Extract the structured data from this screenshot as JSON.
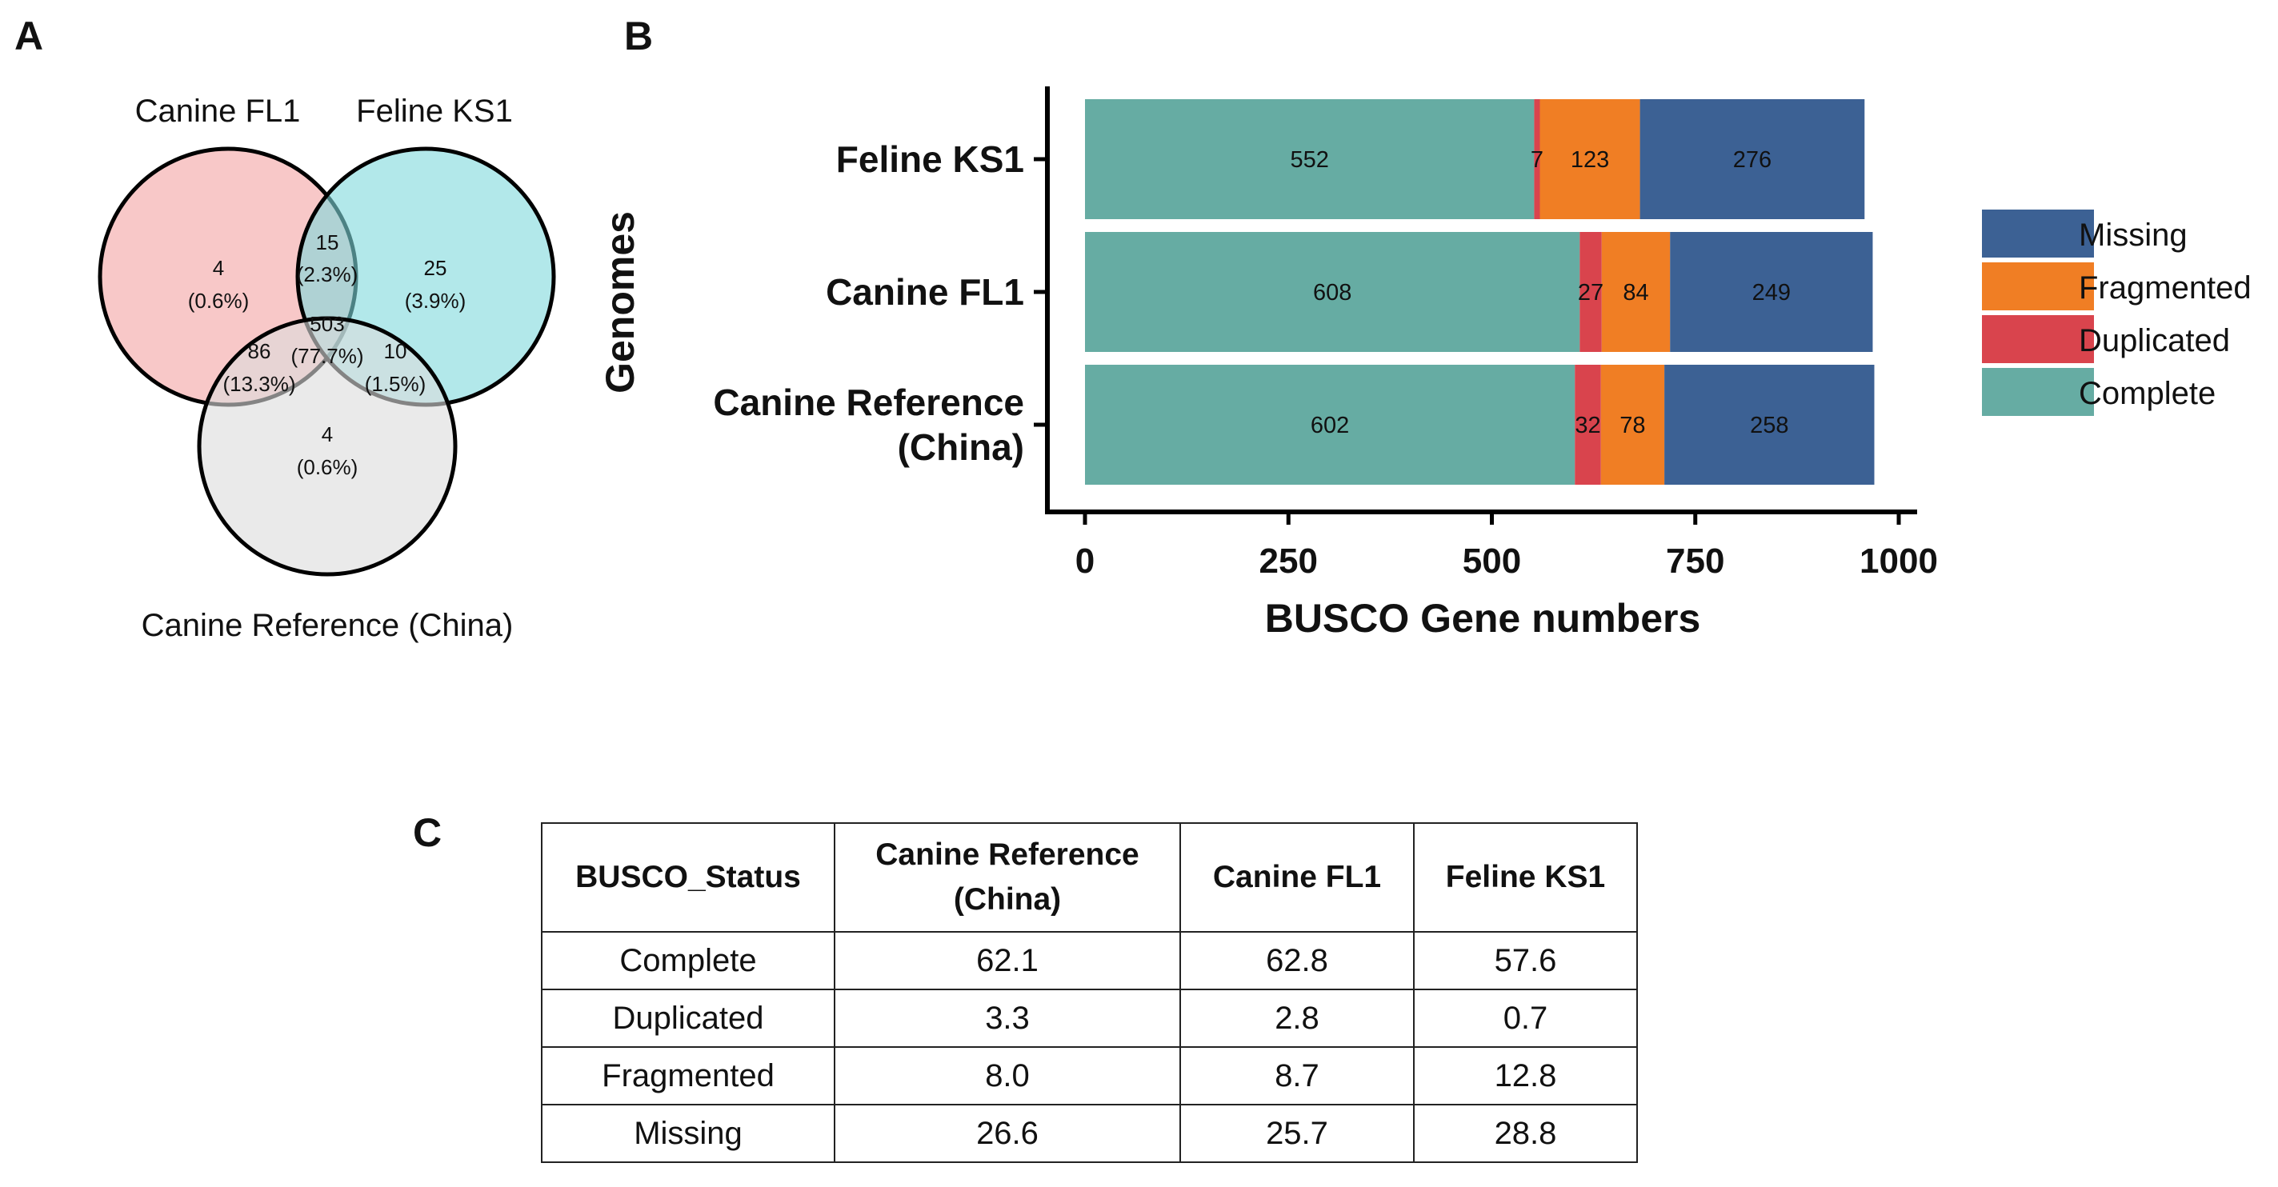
{
  "panels": {
    "a": "A",
    "b": "B",
    "c": "C"
  },
  "venn": {
    "sets": [
      {
        "name": "Canine FL1",
        "color": "#f4a3a3"
      },
      {
        "name": "Feline KS1",
        "color": "#7fd9dc"
      },
      {
        "name": "Canine Reference (China)",
        "color": "#dcdcdc"
      }
    ],
    "regions": {
      "fl1_only": {
        "count": "4",
        "pct": "(0.6%)"
      },
      "fl1_ks1": {
        "count": "15",
        "pct": "(2.3%)"
      },
      "ks1_only": {
        "count": "25",
        "pct": "(3.9%)"
      },
      "fl1_ref": {
        "count": "86",
        "pct": "(13.3%)"
      },
      "all_three": {
        "count": "503",
        "pct": "(77.7%)"
      },
      "ks1_ref": {
        "count": "10",
        "pct": "(1.5%)"
      },
      "ref_only": {
        "count": "4",
        "pct": "(0.6%)"
      }
    }
  },
  "chart_data": {
    "type": "bar",
    "orientation": "horizontal",
    "stacked": true,
    "categories": [
      "Feline KS1",
      "Canine FL1",
      "Canine Reference (China)"
    ],
    "category_lines": [
      [
        "Feline KS1"
      ],
      [
        "Canine FL1"
      ],
      [
        "Canine Reference",
        "(China)"
      ]
    ],
    "series": [
      {
        "name": "Complete",
        "color": "#66aca3",
        "values": [
          552,
          608,
          602
        ]
      },
      {
        "name": "Duplicated",
        "color": "#d9444d",
        "values": [
          7,
          27,
          32
        ]
      },
      {
        "name": "Fragmented",
        "color": "#f07e24",
        "values": [
          123,
          84,
          78
        ]
      },
      {
        "name": "Missing",
        "color": "#3c6194",
        "values": [
          276,
          249,
          258
        ]
      }
    ],
    "legend_order": [
      "Missing",
      "Fragmented",
      "Duplicated",
      "Complete"
    ],
    "legend_position": "right",
    "xlabel": "BUSCO Gene numbers",
    "ylabel": "Genomes",
    "xlim": [
      0,
      1000
    ],
    "xticks": [
      0,
      250,
      500,
      750,
      1000
    ],
    "grid": false
  },
  "table": {
    "header_lines": [
      [
        "BUSCO_Status"
      ],
      [
        "Canine Reference",
        "(China)"
      ],
      [
        "Canine FL1"
      ],
      [
        "Feline KS1"
      ]
    ],
    "rows": [
      [
        "Complete",
        "62.1",
        "62.8",
        "57.6"
      ],
      [
        "Duplicated",
        "3.3",
        "2.8",
        "0.7"
      ],
      [
        "Fragmented",
        "8.0",
        "8.7",
        "12.8"
      ],
      [
        "Missing",
        "26.6",
        "25.7",
        "28.8"
      ]
    ]
  }
}
